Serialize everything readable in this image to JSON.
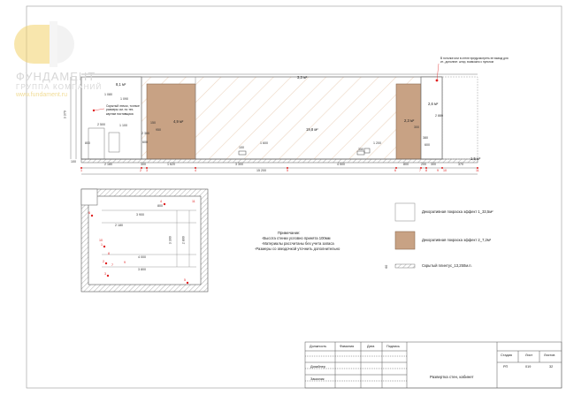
{
  "logo": {
    "company_name": "ФУНДАМЕНТ",
    "company_sub": "ГРУППА КОМПАНИЙ",
    "website": "www.fundament.ru"
  },
  "elevation": {
    "top_note": "В потолке или в стене предусмотреть ее вывод для ит., дополнит. штор, возможно с пультом",
    "area_top": "3,3 м²",
    "area_left_top": "8,1 м²",
    "area_left_panel": "4,9 м²",
    "area_main": "19,8 м²",
    "area_right_panel": "2,3 м²",
    "area_right_small": "2,6 м²",
    "area_right_base": "1,5 м²",
    "note_left": "Скрытый лючок, точные размеры см. по тех. картам поставщика",
    "heights": [
      "3 370",
      "1 080",
      "1 090",
      "2 500",
      "1 100",
      "800",
      "600",
      "950",
      "150",
      "300",
      "380",
      "2 880",
      "2 300",
      "600",
      "100"
    ],
    "bottom_dims": [
      "2 180",
      "300",
      "1 620",
      "3 300",
      "4 500",
      "800",
      "200",
      "300",
      "370"
    ],
    "inner_dims": [
      "1 600",
      "1 200",
      "350",
      "100"
    ],
    "overall": "15 200",
    "axis_marks": [
      "1",
      "2",
      "3",
      "4",
      "5",
      "6",
      "7",
      "8",
      "9",
      "10",
      "11"
    ]
  },
  "plan": {
    "dims": [
      "3 900",
      "2 180",
      "4 000",
      "3 800",
      "3 300",
      "2 800",
      "800"
    ],
    "marks": [
      "1",
      "2",
      "3",
      "4",
      "5",
      "6",
      "7",
      "8",
      "9",
      "10",
      "11"
    ]
  },
  "notes": {
    "title": "Примечание:",
    "lines": [
      "-Высота стенки условно принята 100мм",
      "-Материалы рассчитаны без учета запаса",
      "-Размеры со звездочкой уточнить дополнительно"
    ]
  },
  "legend": {
    "items": [
      {
        "label": "Декоративная покраска эффект 1_33,5м²",
        "swatch": "#ffffff"
      },
      {
        "label": "Декоративная покраска эффект 2_7,2м²",
        "swatch": "#c8a284"
      }
    ],
    "plinth_label": "Скрытый плинтус_13,250м.п.",
    "plinth_mark": "60"
  },
  "title_block": {
    "rows": [
      "Должность",
      "Дизайнер",
      "Заказчик"
    ],
    "cols": [
      "Фамилия",
      "Дата",
      "Подпись"
    ],
    "drawing_title": "Развертка стен, кабинет",
    "stage_label": "Стадия",
    "sheet_label": "Лист",
    "sheets_label": "Листов",
    "stage": "РП",
    "sheet": "019",
    "sheets": "32"
  },
  "colors": {
    "panel_brown": "#c8a284",
    "hatch": "#e6c9b0",
    "dim_red": "#e02020",
    "line": "#555555"
  }
}
